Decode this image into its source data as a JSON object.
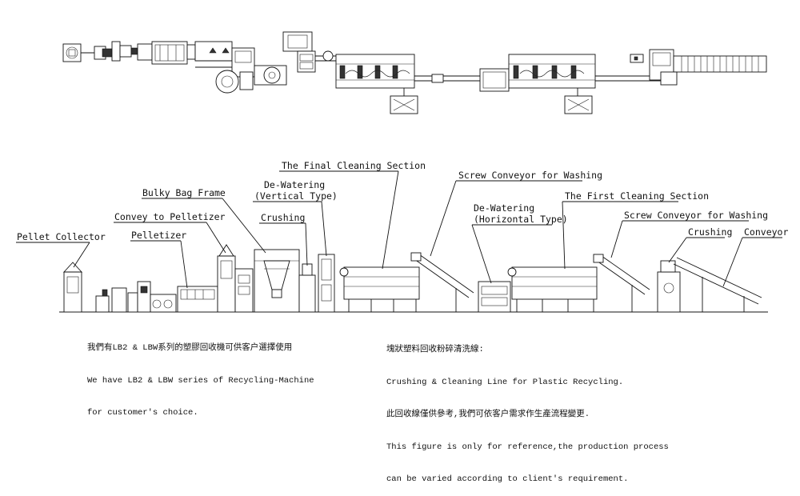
{
  "labels": {
    "pellet_collector": "Pellet Collector",
    "convey_to_pelletizer": "Convey to Pelletizer",
    "pelletizer": "Pelletizer",
    "bulky_bag_frame": "Bulky Bag Frame",
    "dewatering_vertical_1": "De-Watering",
    "dewatering_vertical_2": "(Vertical Type)",
    "crushing_left": "Crushing",
    "final_cleaning_section": "The Final Cleaning Section",
    "screw_conveyor_left": "Screw Conveyor for Washing",
    "dewatering_horizontal_1": "De-Watering",
    "dewatering_horizontal_2": "(Horizontal Type)",
    "first_cleaning_section": "The First Cleaning Section",
    "screw_conveyor_right": "Screw Conveyor for Washing",
    "crushing_right": "Crushing",
    "conveyor": "Conveyor"
  },
  "notes": {
    "left": [
      "我們有LB2 & LBW系列的塑膠回收機可供客户選擇使用",
      "We have LB2 & LBW series of Recycling-Machine",
      "for customer's choice."
    ],
    "right": [
      "塊狀塑料回收粉碎清洗線:",
      "Crushing & Cleaning Line for Plastic Recycling.",
      "此回收線僅供參考,我們可依客户需求作生產流程變更.",
      "This figure is only for reference,the production process",
      "can be varied according to client's requirement."
    ]
  }
}
